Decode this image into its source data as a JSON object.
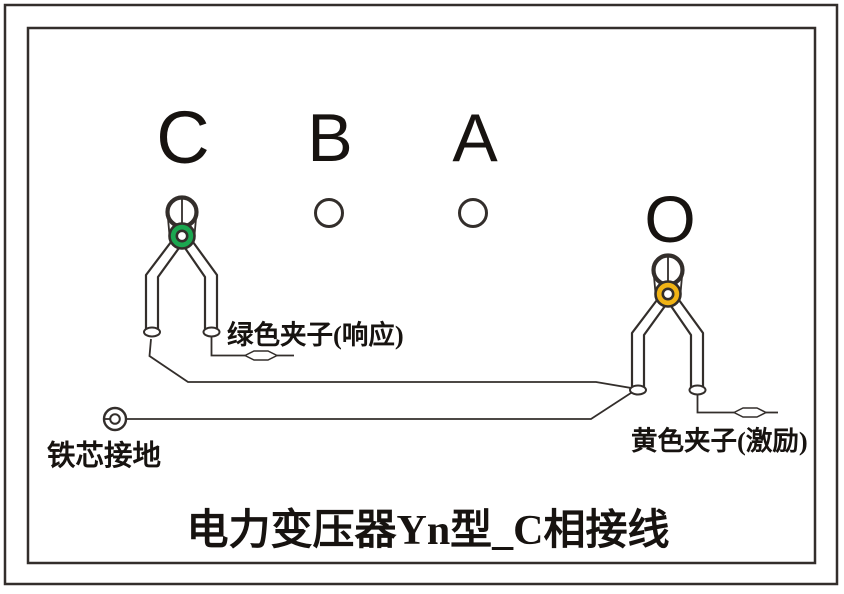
{
  "diagram": {
    "title": "电力变压器Yn型_C相接线",
    "terminals": {
      "phase_c": "C",
      "phase_b": "B",
      "phase_a": "A",
      "neutral_o": "O"
    },
    "labels": {
      "response_clamp": "绿色夹子(响应)",
      "excitation_clamp": "黄色夹子(激励)",
      "core_ground": "铁芯接地"
    },
    "colors": {
      "response_green": "#1ba750",
      "excitation_yellow": "#f0b315",
      "line": "#332e2b"
    }
  }
}
